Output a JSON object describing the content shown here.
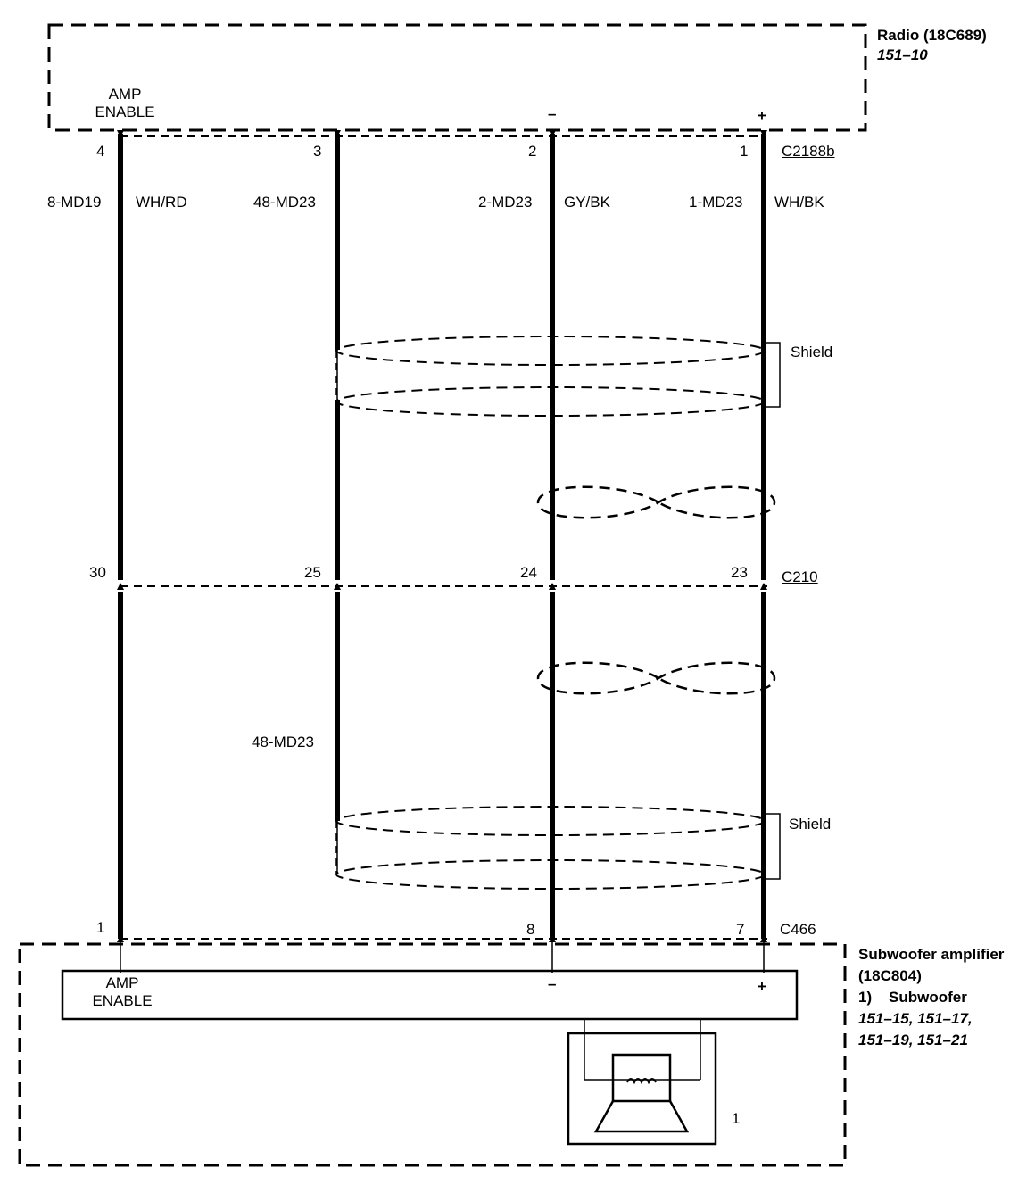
{
  "radio": {
    "title": "Radio (18C689)",
    "ref": "151–10",
    "amp_enable_line1": "AMP",
    "amp_enable_line2": "ENABLE",
    "minus": "–",
    "plus": "+"
  },
  "connector_top": {
    "name": "C2188b",
    "pins": [
      "4",
      "3",
      "2",
      "1"
    ]
  },
  "wires": {
    "w1_circuit": "8-MD19",
    "w1_color": "WH/RD",
    "w2_circuit": "48-MD23",
    "w3_circuit": "2-MD23",
    "w3_color": "GY/BK",
    "w4_circuit": "1-MD23",
    "w4_color": "WH/BK",
    "w2_lower_circuit": "48-MD23"
  },
  "shield_top": "Shield",
  "shield_bottom": "Shield",
  "connector_mid": {
    "name": "C210",
    "pins": [
      "30",
      "25",
      "24",
      "23"
    ]
  },
  "connector_bottom": {
    "name": "C466",
    "pins": [
      "1",
      "8",
      "7"
    ]
  },
  "amplifier": {
    "title_line1": "Subwoofer amplifier",
    "title_line2": "(18C804)",
    "component_note": "1)    Subwoofer",
    "refs_line1": "151–15, 151–17,",
    "refs_line2": "151–19, 151–21",
    "amp_enable_line1": "AMP",
    "amp_enable_line2": "ENABLE",
    "minus": "–",
    "plus": "+",
    "speaker_callout": "1"
  }
}
